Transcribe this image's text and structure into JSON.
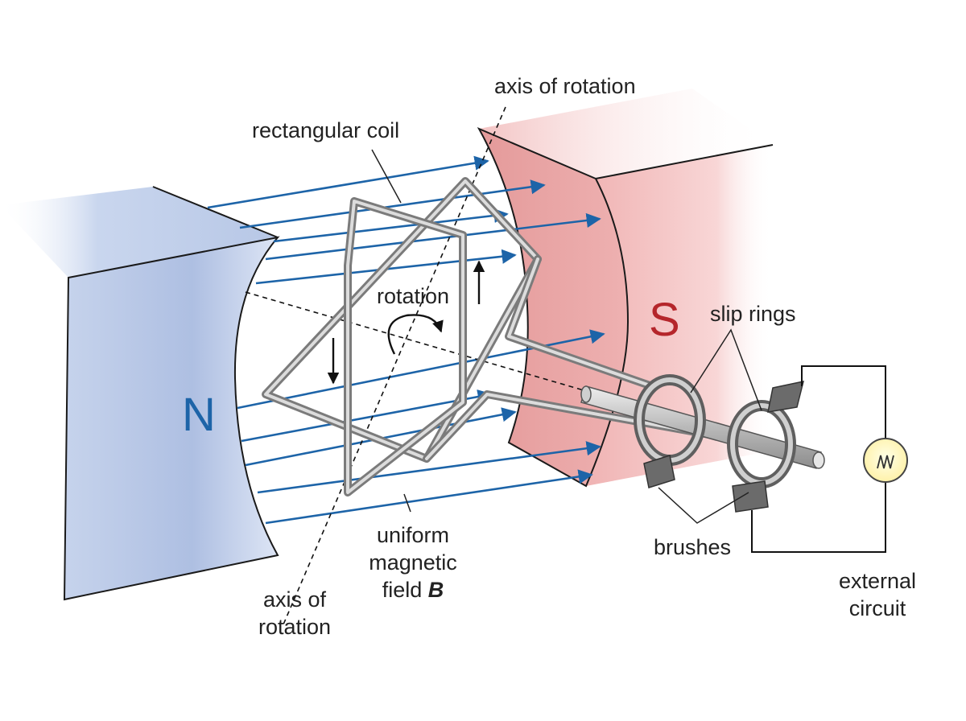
{
  "labels": {
    "axis_top": "axis of rotation",
    "coil": "rectangular coil",
    "rotation": "rotation",
    "north": "N",
    "south": "S",
    "slip_rings": "slip rings",
    "brushes": "brushes",
    "field_line1": "uniform",
    "field_line2": "magnetic",
    "field_line3": "field",
    "field_symbol": "B",
    "axis_bottom_line1": "axis of",
    "axis_bottom_line2": "rotation",
    "external_line1": "external",
    "external_line2": "circuit"
  },
  "colors": {
    "north_pole": "#9fb3da",
    "south_pole": "#e9a3a3",
    "field_lines": "#1d64a8",
    "north_letter": "#1d64a8",
    "south_letter": "#b5262b",
    "coil": "#8c8c8c",
    "lamp": "#fff3b0"
  }
}
